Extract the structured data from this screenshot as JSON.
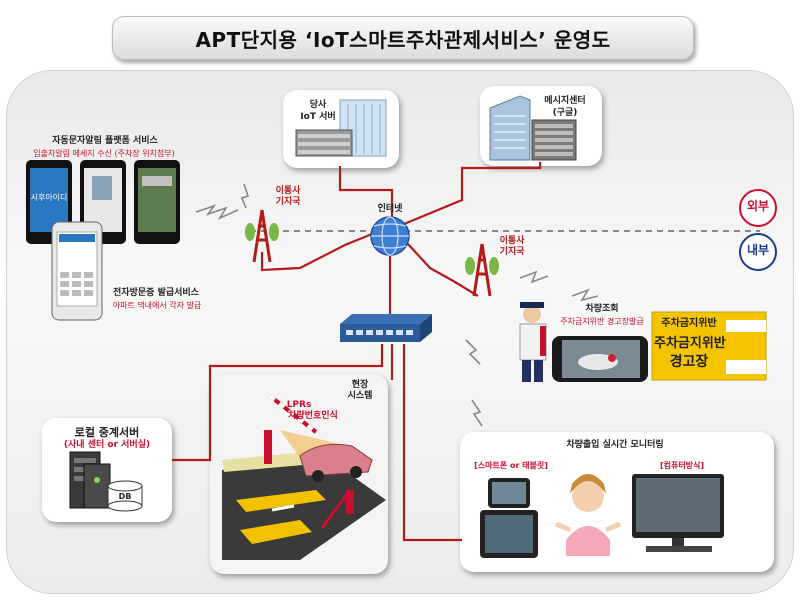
{
  "title": "APT단지용  ‘IoT스마트주차관제서비스’  운영도",
  "server": {
    "line1": "당사",
    "line2": "IoT 서버"
  },
  "message_center": {
    "line1": "메시지센터",
    "line2": "(구글)"
  },
  "app_service": {
    "title": "자동문자알림 플랫폼 서비스",
    "subtitle": "입출차알림 메세지 수신 (주차장 위치첨부)",
    "app_name": "시후아이디"
  },
  "visitor_service": {
    "title": "전자방문증 발급서비스",
    "subtitle": "아파트 댁내에서 각자 발급"
  },
  "tower_left": {
    "line1": "이통사",
    "line2": "기지국"
  },
  "tower_right": {
    "line1": "이통사",
    "line2": "기지국"
  },
  "internet_label": "인터넷",
  "outside_label": "외부",
  "inside_label": "내부",
  "vehicle_check": {
    "title": "차량조회",
    "subtitle": "주차금지위반 경고장발급"
  },
  "warning_sign": {
    "top": "주차금지위반",
    "middle": "주차금지위반",
    "bottom": "경고장"
  },
  "field_system": {
    "line1": "현장",
    "line2": "시스템"
  },
  "lpr": {
    "line1": "LPRs",
    "line2": "차량번호인식"
  },
  "relay_server": {
    "title": "로컬 중계서버",
    "subtitle": "(사내 센터 or 서버실)",
    "db_label": "DB"
  },
  "monitoring": {
    "title": "차량출입 실시간 모니터링",
    "left_label": "[스마트폰 or 태블릿]",
    "right_label": "[컴퓨터방식]"
  },
  "colors": {
    "link_red": "#b31b1b",
    "dashed_line": "#8a8a8a",
    "outside_red": "#c8102e",
    "inside_blue": "#1a3c8a",
    "sign_yellow": "#f5c400"
  }
}
